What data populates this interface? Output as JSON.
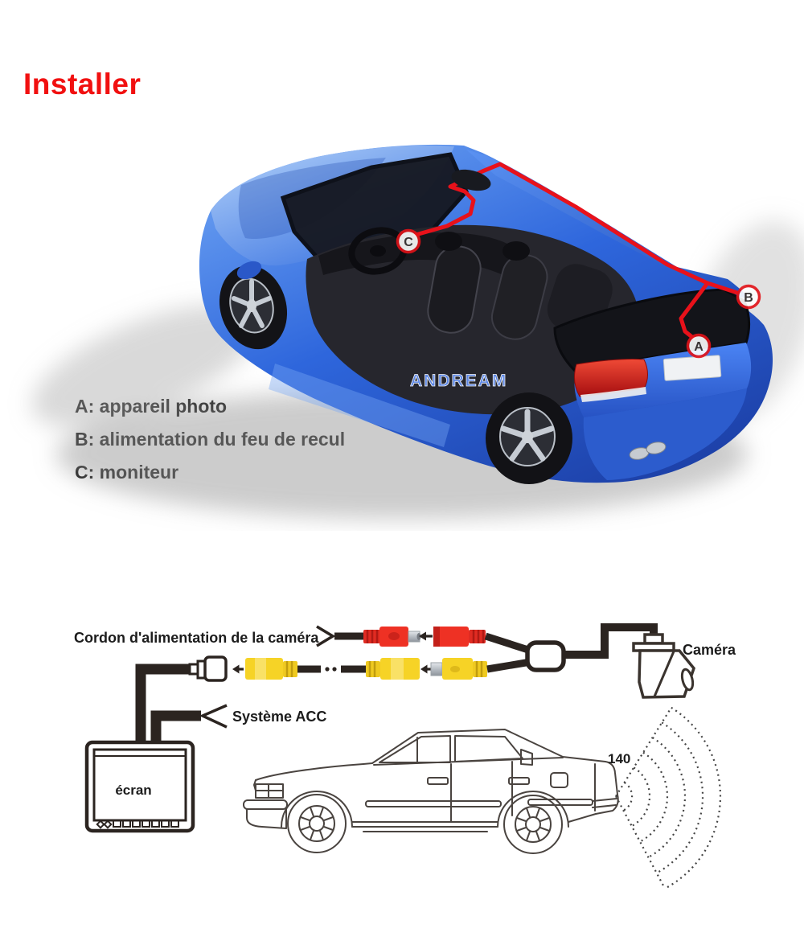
{
  "title": {
    "text": "Installer",
    "color": "#f11010"
  },
  "legend": {
    "items": [
      "A: appareil photo",
      "B: alimentation du feu de recul",
      "C: moniteur"
    ]
  },
  "car": {
    "watermark": "ANDREAM",
    "markers": [
      {
        "letter": "A"
      },
      {
        "letter": "B"
      },
      {
        "letter": "C"
      }
    ]
  },
  "diagram": {
    "power_cord_label": "Cordon d'alimentation de la caméra",
    "acc_label": "Système ACC",
    "camera_label": "Caméra",
    "screen_label": "écran",
    "sensor_angle_label": "140"
  },
  "colors": {
    "accent_red": "#e8111a",
    "rca_red": "#ee3124",
    "rca_yellow": "#f6d326",
    "cable_black": "#2b2420",
    "car_blue": "#2e66dc"
  }
}
